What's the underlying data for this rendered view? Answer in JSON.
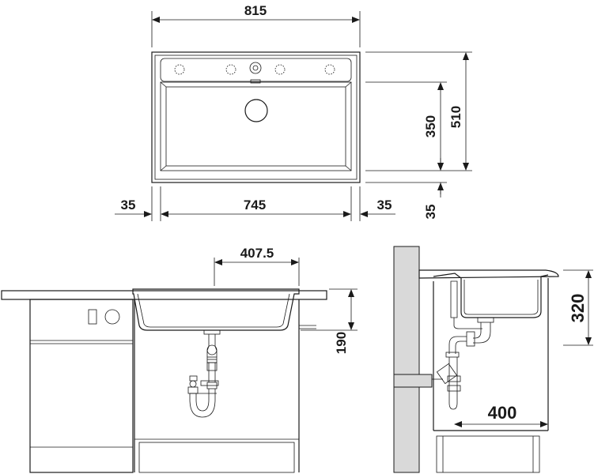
{
  "dimensions": {
    "overall_width": "815",
    "overall_depth": "510",
    "bowl_depth": "350",
    "front_margin": "35",
    "left_margin": "35",
    "bowl_width": "745",
    "right_margin": "35",
    "drain_offset": "407.5",
    "bowl_height": "190",
    "mounting_height": "320",
    "cabinet_min_width": "400"
  },
  "colors": {
    "line": "#1a1a1a",
    "shade": "#d9d9d9",
    "background": "#ffffff"
  }
}
